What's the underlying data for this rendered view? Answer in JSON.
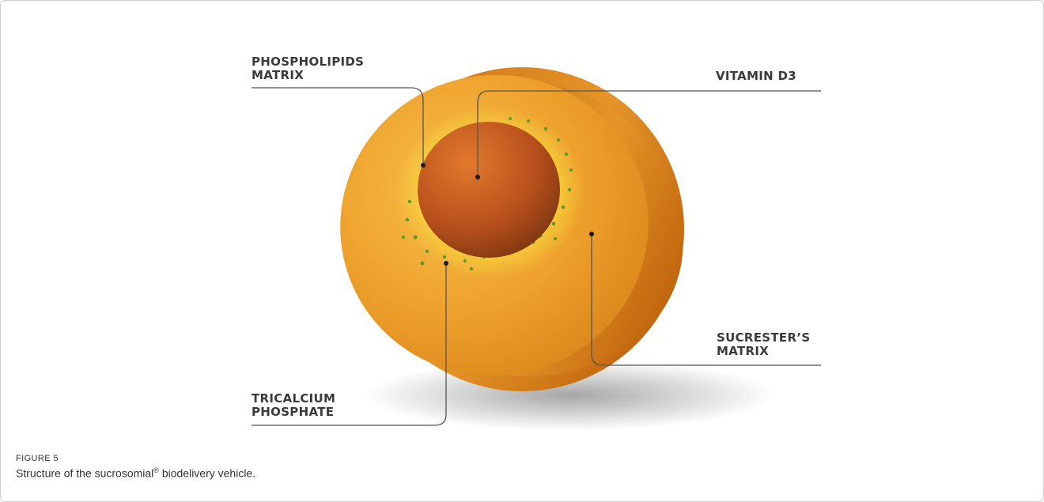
{
  "labels": {
    "phospholipids": {
      "line1": "PHOSPHOLIPIDS",
      "line2": "MATRIX"
    },
    "vitamin": {
      "line1": "VITAMIN D3"
    },
    "sucrester": {
      "line1": "SUCRESTER’S",
      "line2": "MATRIX"
    },
    "tricalcium": {
      "line1": "TRICALCIUM",
      "line2": "PHOSPHATE"
    }
  },
  "caption": {
    "figure_number": "FIGURE 5",
    "text_before": "Structure of the sucrosomial",
    "superscript": "®",
    "text_after": " biodelivery vehicle."
  },
  "colors": {
    "outer_shell": "#e9961f",
    "shell_highlight": "#f6bc45",
    "yellow_layer": "#f7dc3a",
    "core": "#b8501c",
    "green_particles": "#5a9a2a",
    "leader_lines": "#555555"
  }
}
